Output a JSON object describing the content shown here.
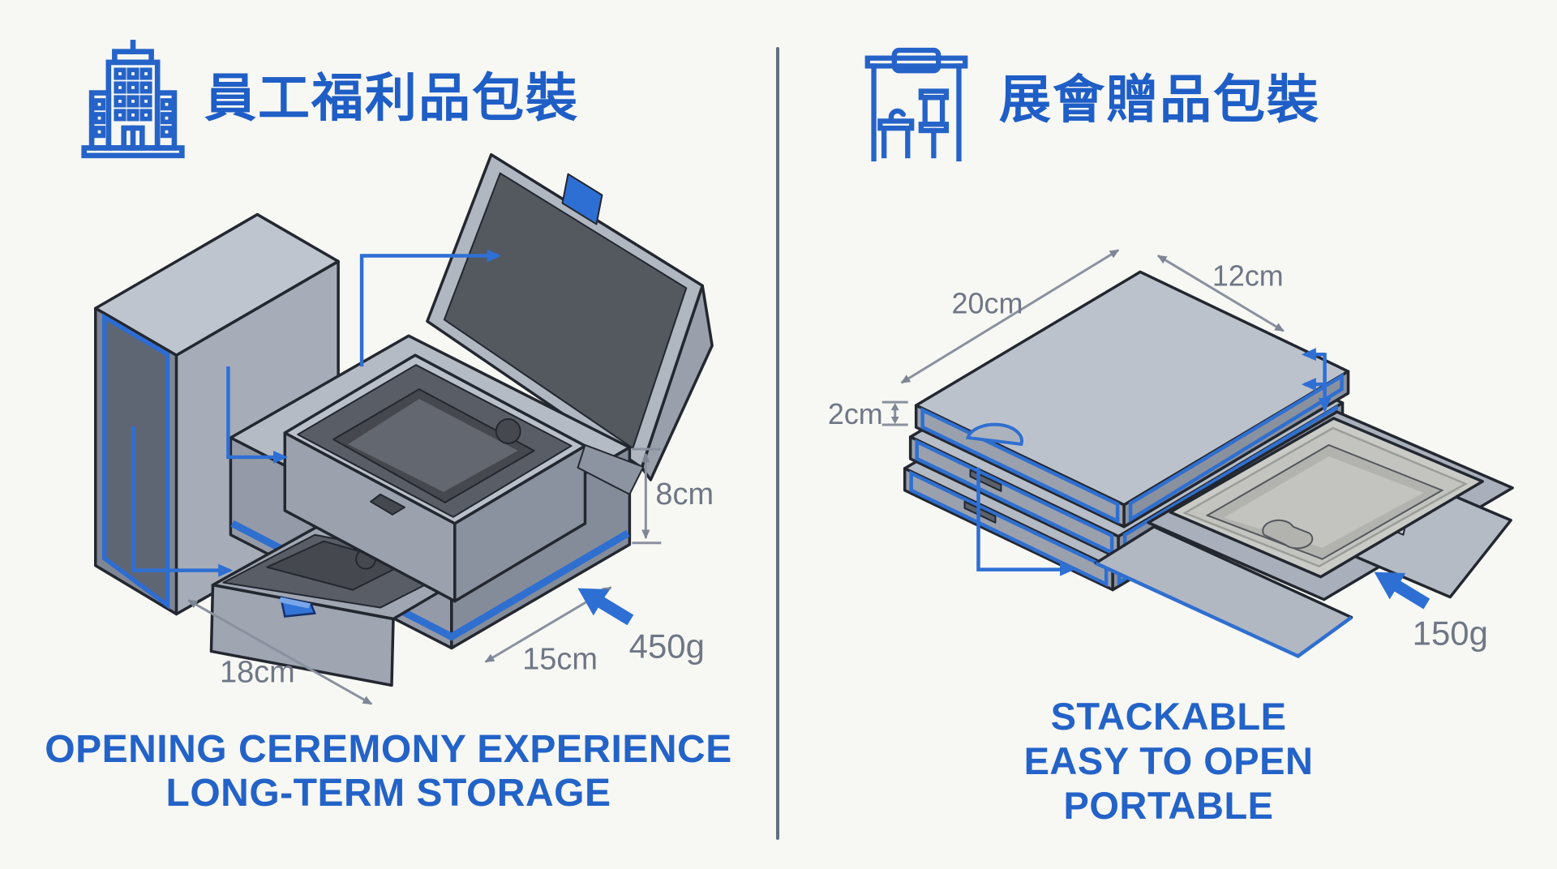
{
  "colors": {
    "background": "#f7f7f4",
    "title_blue": "#1e5ec6",
    "caption_blue": "#2363c8",
    "arrow_blue": "#2e6fd4",
    "trim_blue": "#2f6fd0",
    "dimension_text_gray": "#6f7785",
    "divider_gray": "#5f6e80",
    "box_top_gray": "#bcc2cc",
    "box_front_gray": "#9aa1ad",
    "box_side_gray": "#878e9b",
    "foam_dark_gray": "#575b63",
    "pulp_tray_light": "#c9cac6"
  },
  "left_panel": {
    "icon": "office-building-icon",
    "title": "員工福利品包裝",
    "dimensions": {
      "length": "18cm",
      "width": "15cm",
      "height": "8cm",
      "weight": "450g"
    },
    "caption": [
      "OPENING CEREMONY EXPERIENCE",
      "LONG-TERM STORAGE"
    ]
  },
  "right_panel": {
    "icon": "exhibition-booth-icon",
    "title": "展會贈品包裝",
    "dimensions": {
      "length": "20cm",
      "width": "12cm",
      "thickness": "2cm",
      "weight": "150g"
    },
    "caption": [
      "STACKABLE",
      "EASY TO OPEN",
      "PORTABLE"
    ]
  }
}
